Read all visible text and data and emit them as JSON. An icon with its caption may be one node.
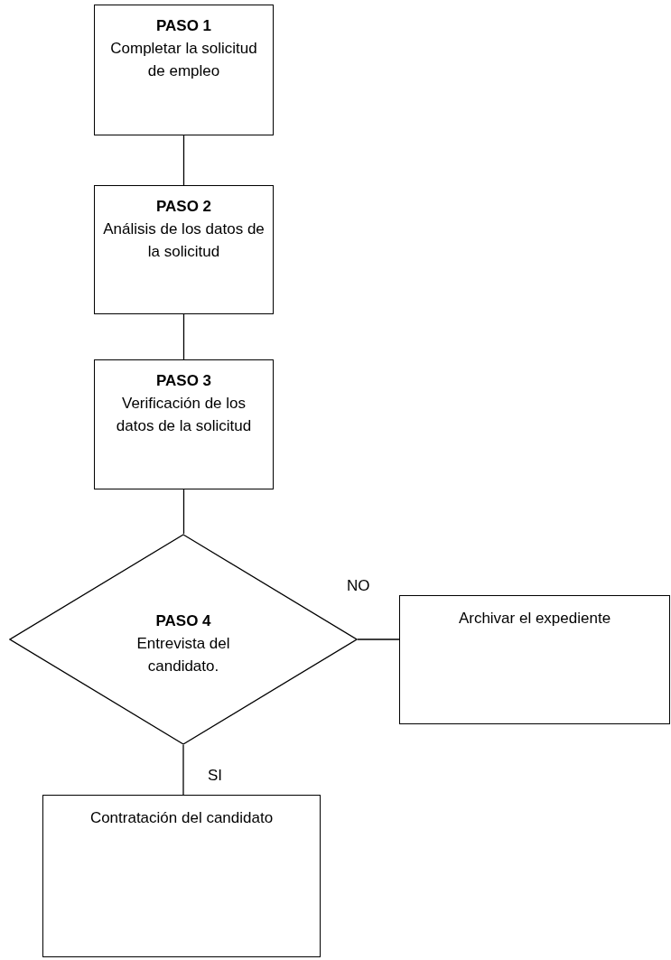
{
  "diagram": {
    "nodes": [
      {
        "text": [
          "PASO 1",
          "Completar la solicitud de empleo"
        ]
      },
      {
        "text": [
          "PASO 2",
          "Análisis de los datos de la solicitud"
        ]
      },
      {
        "text": [
          "PASO 3",
          "Verificación de los datos de la solicitud"
        ]
      },
      {
        "text": [
          "PASO 4",
          "Entrevista del candidato."
        ]
      },
      {
        "text": [
          "Archivar el expediente"
        ]
      },
      {
        "text": [
          "Contratación del candidato"
        ]
      }
    ],
    "edges": [
      {
        "from": 0,
        "to": 1,
        "arrow": "none"
      },
      {
        "from": 1,
        "to": 2,
        "arrow": "none"
      },
      {
        "from": 2,
        "to": 3,
        "arrow": "none"
      },
      {
        "from": 3,
        "to": 4,
        "arrow": "none",
        "label": "NO"
      },
      {
        "from": 3,
        "to": 5,
        "arrow": "none",
        "label": "SI"
      }
    ]
  }
}
